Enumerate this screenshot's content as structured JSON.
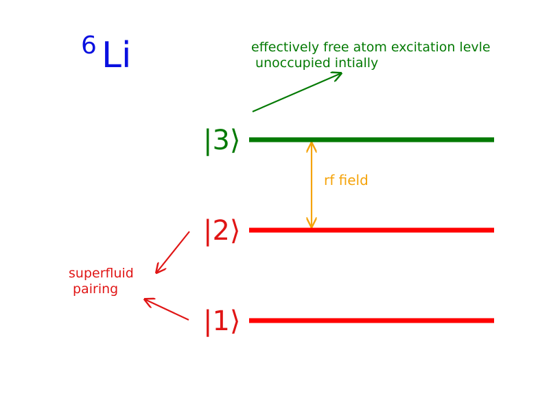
{
  "title": {
    "superscript": "6",
    "element": "Li",
    "color": "#0a10e0"
  },
  "levels": [
    {
      "id": "level-3",
      "label": "|3⟩",
      "color": "#047a04"
    },
    {
      "id": "level-2",
      "label": "|2⟩",
      "color": "#ff0000"
    },
    {
      "id": "level-1",
      "label": "|1⟩",
      "color": "#ff0000"
    }
  ],
  "annotations": {
    "excitation": {
      "lines": [
        "effectively free atom excitation levle",
        " unoccupied intially"
      ],
      "color": "#047a04"
    },
    "rf": {
      "text": "rf field",
      "color": "#f5a30a"
    },
    "pairing": {
      "lines": [
        "superfluid",
        " pairing"
      ],
      "color": "#e01515"
    }
  }
}
